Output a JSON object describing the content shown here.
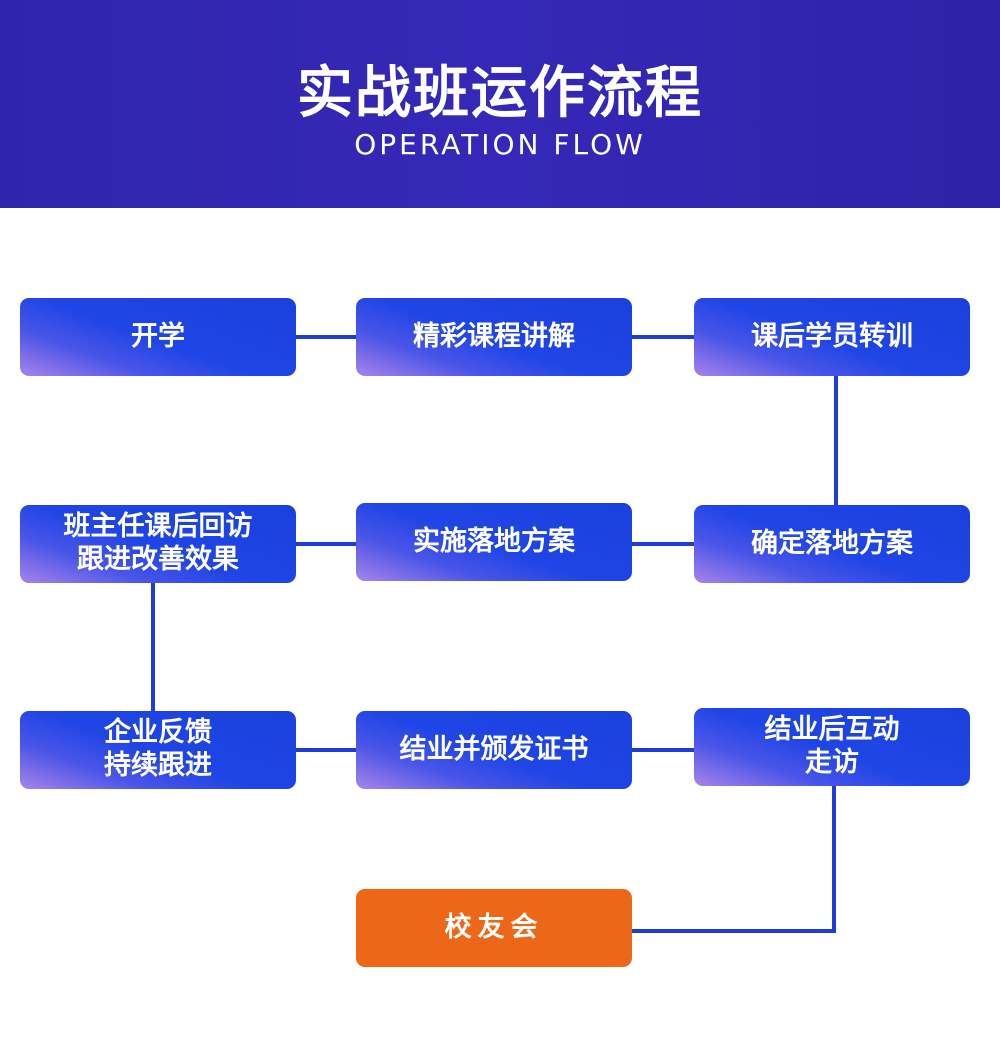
{
  "header": {
    "title": "实战班运作流程",
    "subtitle": "OPERATION FLOW"
  },
  "colors": {
    "header_bg": "#3025b0",
    "node_blue": "#1d44e2",
    "node_gradient_accent": "#a884ea",
    "node_orange": "#ec6818",
    "connector": "#1c3ed6"
  },
  "nodes": {
    "n1": "开学",
    "n2": "精彩课程讲解",
    "n3": "课后学员转训",
    "n4": "确定落地方案",
    "n5": "实施落地方案",
    "n6_line1": "班主任课后回访",
    "n6_line2": "跟进改善效果",
    "n7_line1": "企业反馈",
    "n7_line2": "持续跟进",
    "n8": "结业并颁发证书",
    "n9_line1": "结业后互动",
    "n9_line2": "走访",
    "n10": "校友会"
  }
}
